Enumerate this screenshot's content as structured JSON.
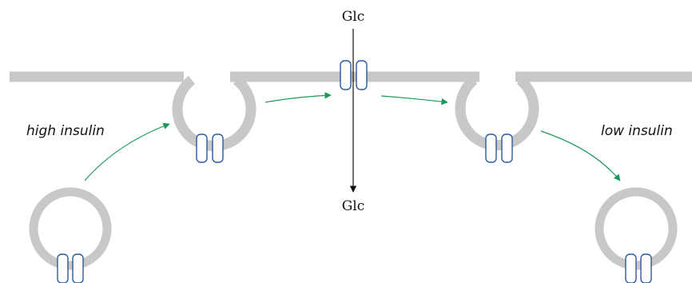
{
  "labels": {
    "glc_top": "Glc",
    "glc_bottom": "Glc",
    "high_insulin": "high insulin",
    "low_insulin": "low insulin"
  },
  "colors": {
    "membrane": "#c8c8c8",
    "transporter": "#2a5a9c",
    "trafficking_arrow": "#1a9a5a",
    "glucose_arrow": "#111111",
    "background": "#ffffff"
  }
}
